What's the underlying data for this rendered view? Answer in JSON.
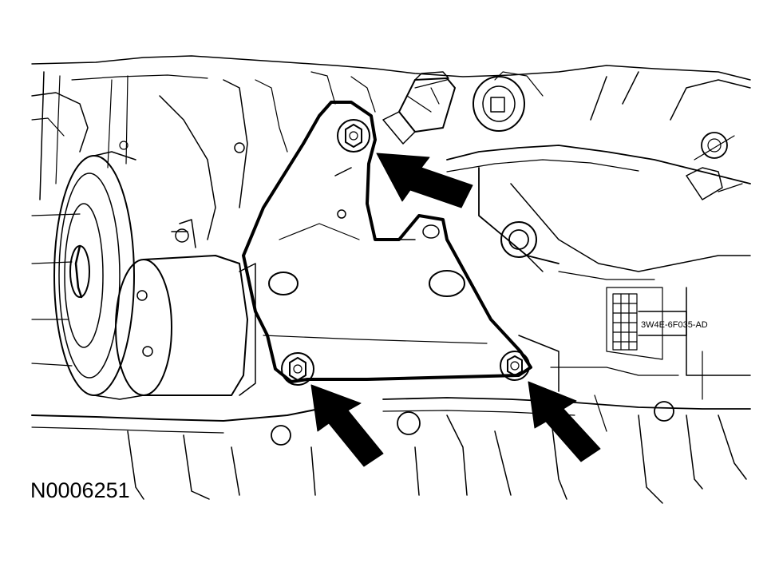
{
  "figure": {
    "id": "N0006251",
    "part_number_stamp": "3W4E-6F035-AD"
  },
  "callouts": [
    {
      "name": "arrow-upper-bolt"
    },
    {
      "name": "arrow-lower-left-bolt"
    },
    {
      "name": "arrow-lower-right-bolt"
    }
  ],
  "colors": {
    "ink": "#000000",
    "paper": "#ffffff"
  }
}
